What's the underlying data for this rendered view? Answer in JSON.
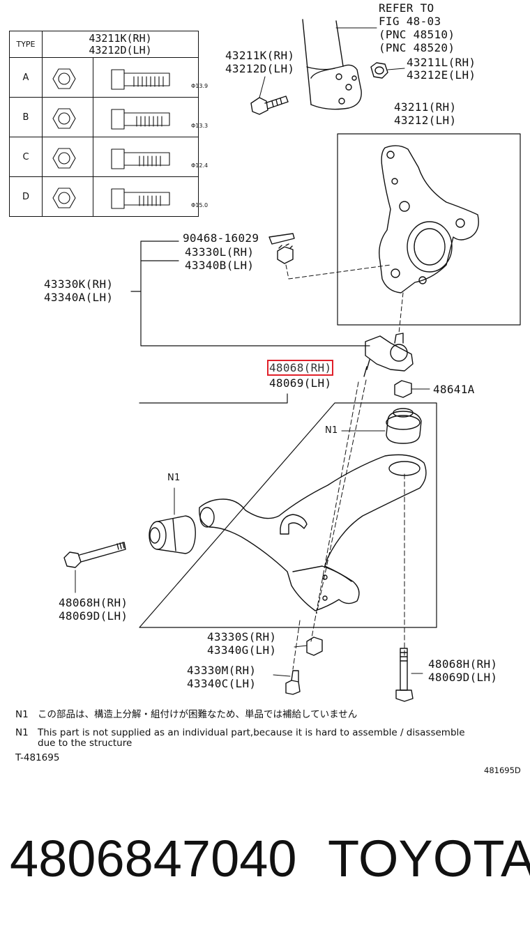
{
  "refer": {
    "line1": "REFER TO",
    "line2": "FIG 48-03",
    "line3": "(PNC 48510)",
    "line4": "(PNC 48520)"
  },
  "type_table": {
    "header_type": "TYPE",
    "header_rh": "43211K(RH)",
    "header_lh": "43212D(LH)",
    "rows": [
      {
        "type": "A",
        "diameter": "Φ13.9"
      },
      {
        "type": "B",
        "diameter": "Φ13.3"
      },
      {
        "type": "C",
        "diameter": "Φ12.4"
      },
      {
        "type": "D",
        "diameter": "Φ15.0"
      }
    ]
  },
  "labels": {
    "bolt_rh": "43211K(RH)",
    "bolt_lh": "43212D(LH)",
    "nut_rh": "43211L(RH)",
    "nut_lh": "43212E(LH)",
    "knuckle_rh": "43211(RH)",
    "knuckle_lh": "43212(LH)",
    "cotter_pin": "90468-16029",
    "castle_nut_rh": "43330L(RH)",
    "castle_nut_lh": "43340B(LH)",
    "ball_joint_rh": "43330K(RH)",
    "ball_joint_lh": "43340A(LH)",
    "arm_rh": "48068(RH)",
    "arm_lh": "48069(LH)",
    "nut_48641": "48641A",
    "n1_top": "N1",
    "n1_left": "N1",
    "bolt2_rh": "48068H(RH)",
    "bolt2_lh": "48069D(LH)",
    "s_rh": "43330S(RH)",
    "s_lh": "43340G(LH)",
    "m_rh": "43330M(RH)",
    "m_lh": "43340C(LH)",
    "bolt3_rh": "48068H(RH)",
    "bolt3_lh": "48069D(LH)"
  },
  "notes": {
    "n1_tag_jp": "N1",
    "jp": "この部品は、構造上分解・組付けが困難なため、単品では補給していません",
    "n1_tag_en": "N1",
    "en_line1": "This part is not supplied as an individual part,because it is hard to assemble / disassemble",
    "en_line2": "due to the structure",
    "fig_code": "T-481695",
    "corner_code": "481695D"
  },
  "footer": {
    "part_number": "4806847040",
    "brand": "TOYOTA"
  },
  "colors": {
    "highlight": "#e0202a",
    "ink": "#111111"
  }
}
